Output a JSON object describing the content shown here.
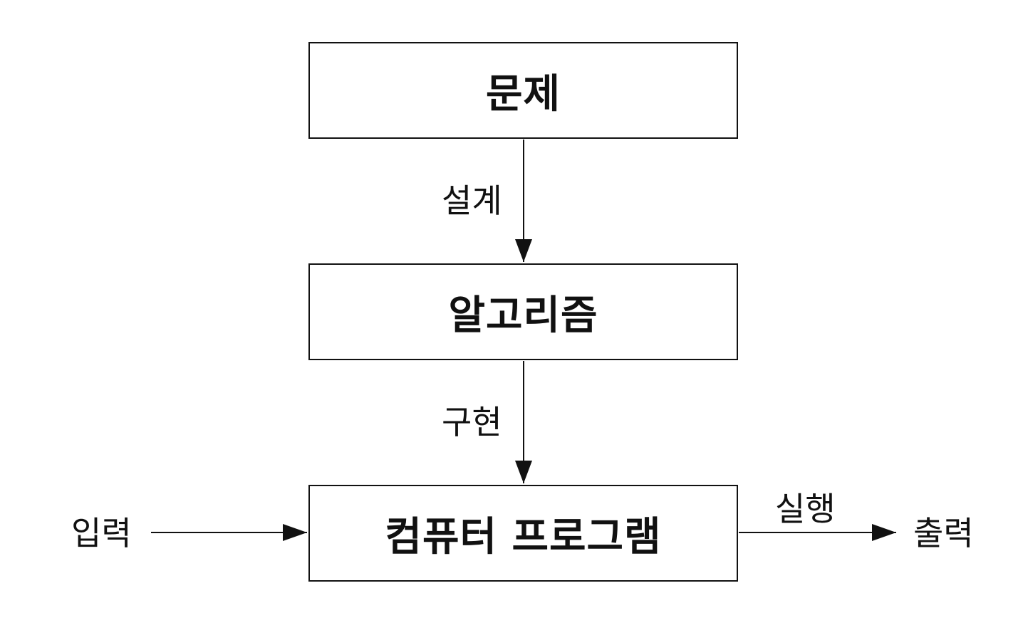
{
  "nodes": {
    "problem": "문제",
    "algorithm": "알고리즘",
    "program": "컴퓨터 프로그램"
  },
  "edges": {
    "design": "설계",
    "implement": "구현",
    "execute": "실행"
  },
  "io": {
    "input": "입력",
    "output": "출력"
  },
  "colors": {
    "stroke": "#111111",
    "background": "#ffffff"
  }
}
